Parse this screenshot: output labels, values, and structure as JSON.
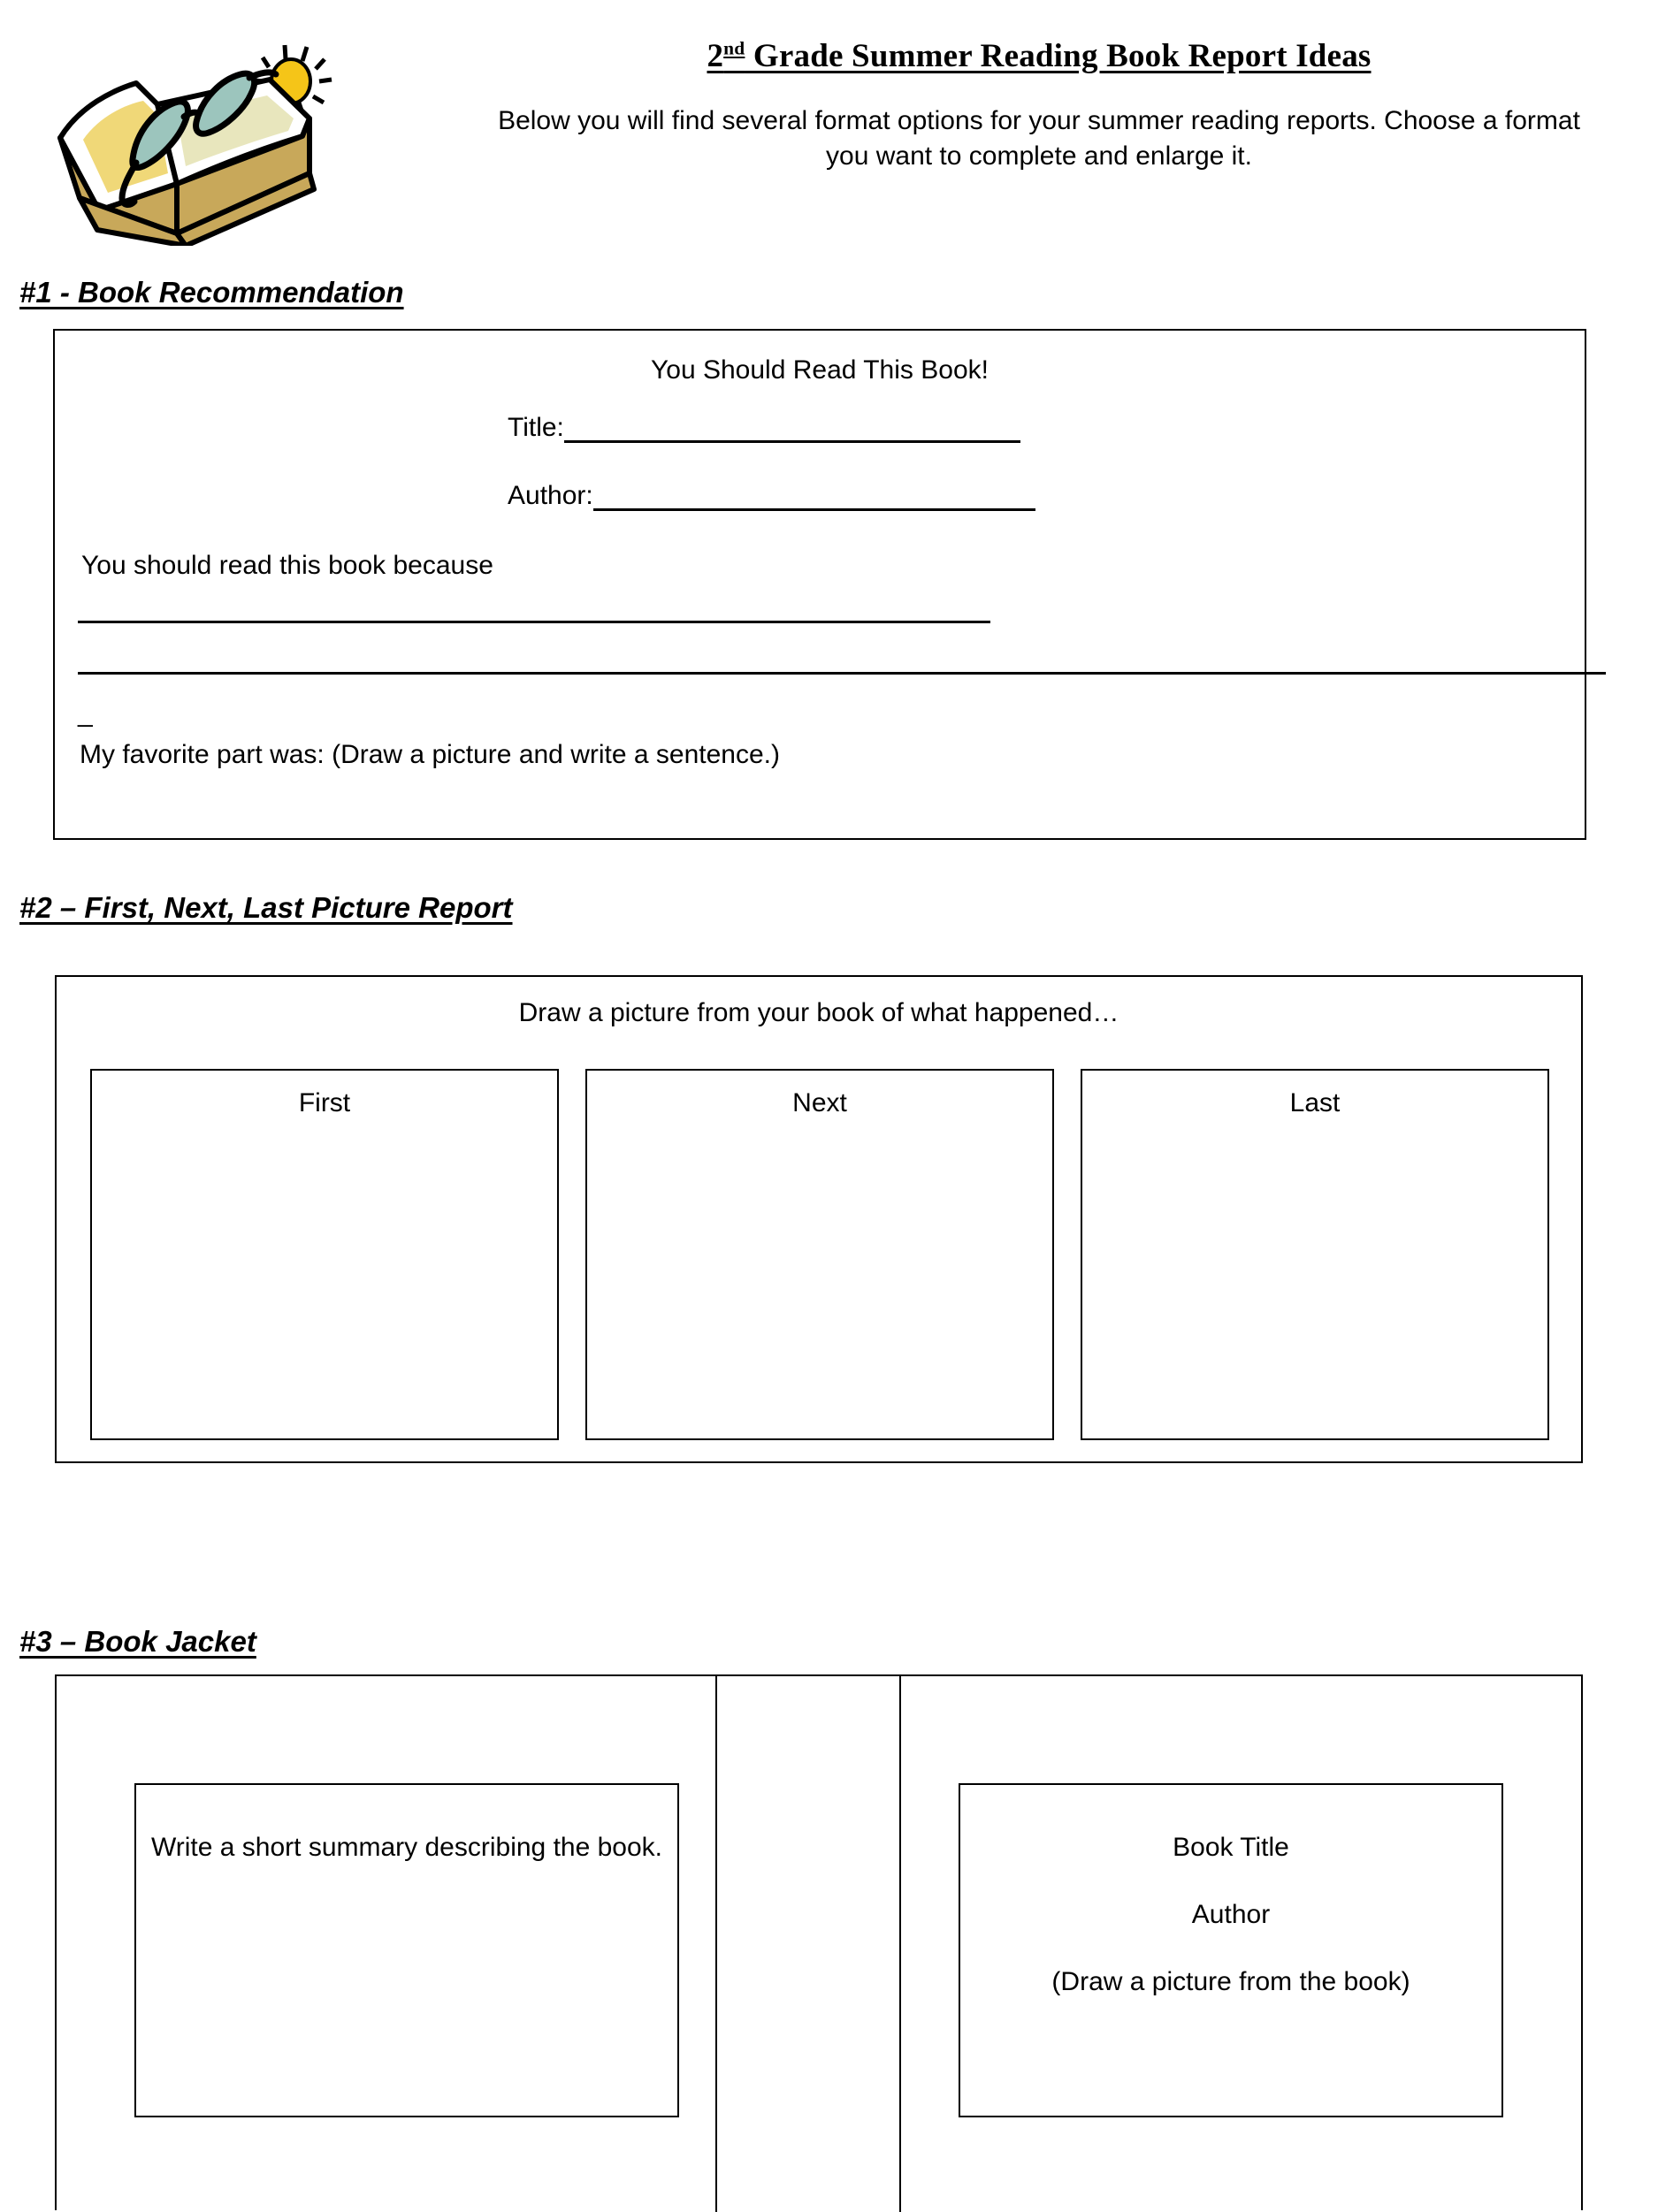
{
  "header": {
    "clipart_name": "open-book-with-sunglasses-and-sun",
    "title_number": "2",
    "title_ordinal": "nd",
    "title_rest": " Grade Summer Reading Book Report Ideas",
    "subtitle": "Below you will find several format options for your summer reading reports. Choose a format you want to complete and enlarge it."
  },
  "sections": [
    {
      "heading": "#1 - Book Recommendation",
      "box_title": "You Should Read This Book!",
      "fields": [
        {
          "label": "Title:"
        },
        {
          "label": "Author:"
        }
      ],
      "because_prompt": "You should read this book because",
      "dash": "_",
      "favorite_prompt": "My favorite part was: (Draw a picture and write a sentence.)"
    },
    {
      "heading": "#2 – First, Next, Last Picture Report",
      "prompt": "Draw a picture from your book of what happened…",
      "cells": [
        {
          "label": "First"
        },
        {
          "label": "Next"
        },
        {
          "label": "Last"
        }
      ]
    },
    {
      "heading": "#3 – Book Jacket ",
      "summary_text": "Write a short summary describing the book.",
      "cover_title": "Book Title",
      "cover_author": "Author",
      "cover_draw": "(Draw a picture from the book)"
    }
  ],
  "colors": {
    "ink": "#000000",
    "page": "#ffffff",
    "book_page_yellow": "#f0d878",
    "book_page_pale": "#e8e6bd",
    "book_cover_tan": "#c8a85a",
    "glasses_teal": "#9cc5bd",
    "sun_yellow": "#f5c518"
  }
}
